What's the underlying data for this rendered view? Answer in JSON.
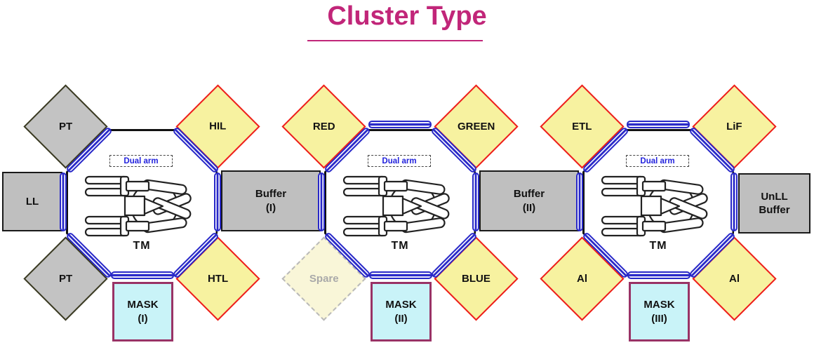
{
  "title": {
    "text": "Cluster Type"
  },
  "colors": {
    "accent": "#c12679",
    "process_chamber_fill": "#f7f2a0",
    "process_chamber_border": "#ee1c1c",
    "gray_chamber_fill": "#c3c3c3",
    "mask_fill": "#c9f3f8",
    "mask_border": "#993366",
    "gate_valve_blue": "#2828c8",
    "dual_arm_text_blue": "#2222dd",
    "spare_fill": "#f9f6d8"
  },
  "clusters": [
    {
      "tm": "TM",
      "arm": "Dual arm",
      "top_left": "PT",
      "top_right": "HIL",
      "bottom_left": "PT",
      "bottom_right": "HTL",
      "mask_line1": "MASK",
      "mask_line2": "(I)"
    },
    {
      "tm": "TM",
      "arm": "Dual arm",
      "top_left": "RED",
      "top_right": "GREEN",
      "bottom_left": "Spare",
      "bottom_right": "BLUE",
      "mask_line1": "MASK",
      "mask_line2": "(II)"
    },
    {
      "tm": "TM",
      "arm": "Dual arm",
      "top_left": "ETL",
      "top_right": "LiF",
      "bottom_left": "Al",
      "bottom_right": "Al",
      "mask_line1": "MASK",
      "mask_line2": "(III)"
    }
  ],
  "connectors": {
    "ll": {
      "line1": "LL"
    },
    "buffer1": {
      "line1": "Buffer",
      "line2": "(I)"
    },
    "buffer2": {
      "line1": "Buffer",
      "line2": "(II)"
    },
    "unll": {
      "line1": "UnLL",
      "line2": "Buffer"
    }
  }
}
